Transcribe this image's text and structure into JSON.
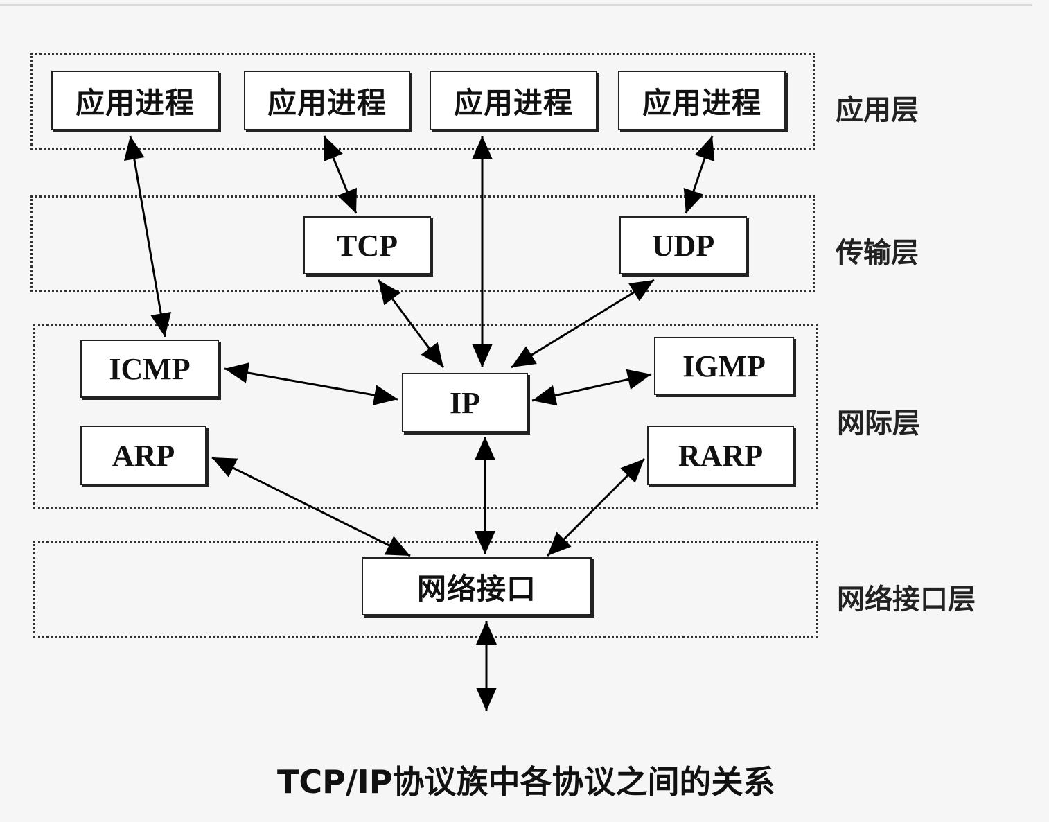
{
  "diagram": {
    "application_process_label": "应用进程",
    "protocols": {
      "tcp": "TCP",
      "udp": "UDP",
      "icmp": "ICMP",
      "ip": "IP",
      "igmp": "IGMP",
      "arp": "ARP",
      "rarp": "RARP"
    },
    "network_interface_label": "网络接口",
    "layers": {
      "application": "应用层",
      "transport": "传输层",
      "internet": "网际层",
      "network_interface": "网络接口层"
    },
    "caption": "TCP/IP协议族中各协议之间的关系"
  }
}
